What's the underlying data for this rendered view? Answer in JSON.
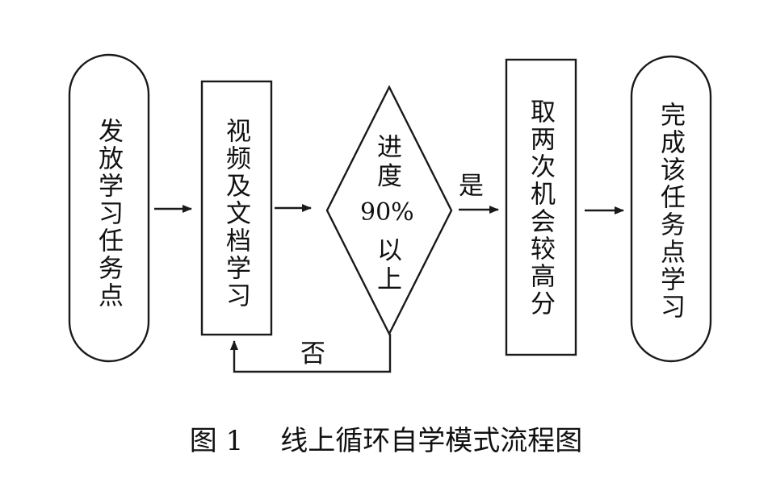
{
  "diagram": {
    "nodes": {
      "start": "发放学习任务点",
      "study": "视频及文档学习",
      "decision_line1": "进",
      "decision_line2": "度",
      "decision_line3": "90%",
      "decision_line4": "以",
      "decision_line5": "上",
      "score": "取两次机会较高分",
      "finish": "完成该任务点学习"
    },
    "edges": {
      "yes_label": "是",
      "no_label": "否"
    }
  },
  "caption": {
    "figure_number": "图 1",
    "title": "线上循环自学模式流程图"
  }
}
